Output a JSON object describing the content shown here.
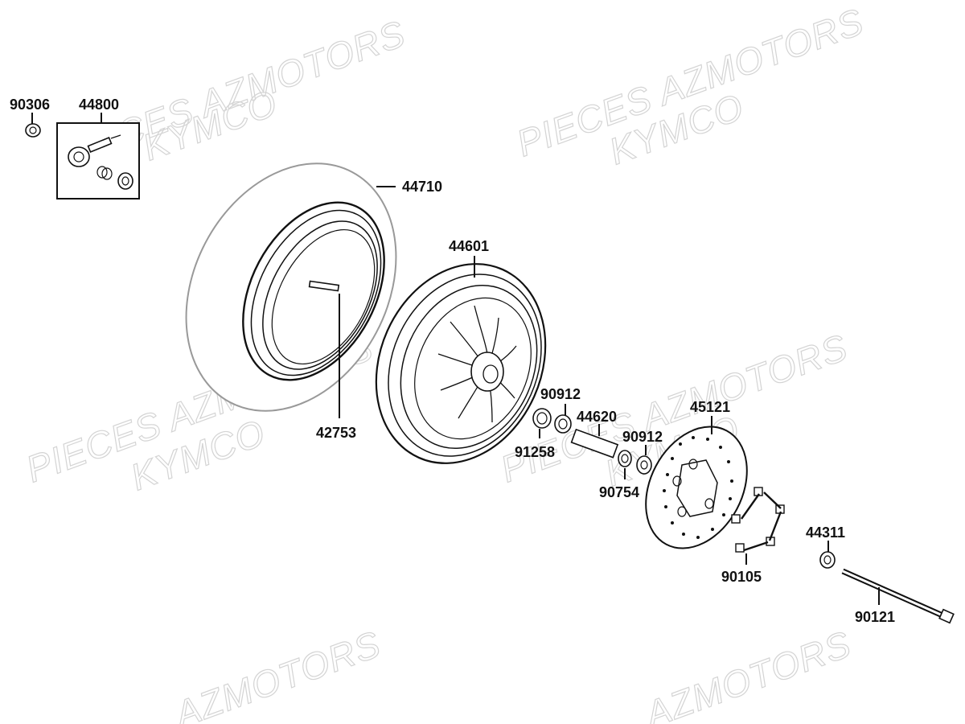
{
  "diagram": {
    "watermarks": [
      "PIECES AZMOTORS",
      "KYMCO",
      "PIECES AZMOTORS",
      "KYMCO",
      "PIECES AZMOTORS",
      "KYMCO",
      "PIECES AZMOTORS",
      "KYMCO",
      "AZMOTORS",
      "AZMOTORS"
    ],
    "part_numbers": {
      "valve_nut": "90306",
      "valve_kit": "44800",
      "tire": "44710",
      "rim": "44601",
      "valve_stem": "42753",
      "bearing_left": "90912",
      "collar": "44620",
      "seal": "91258",
      "bearing_right": "90912",
      "circlip": "90754",
      "brake_disc": "45121",
      "disc_bolts": "90105",
      "axle_nut": "44311",
      "axle": "90121"
    }
  }
}
